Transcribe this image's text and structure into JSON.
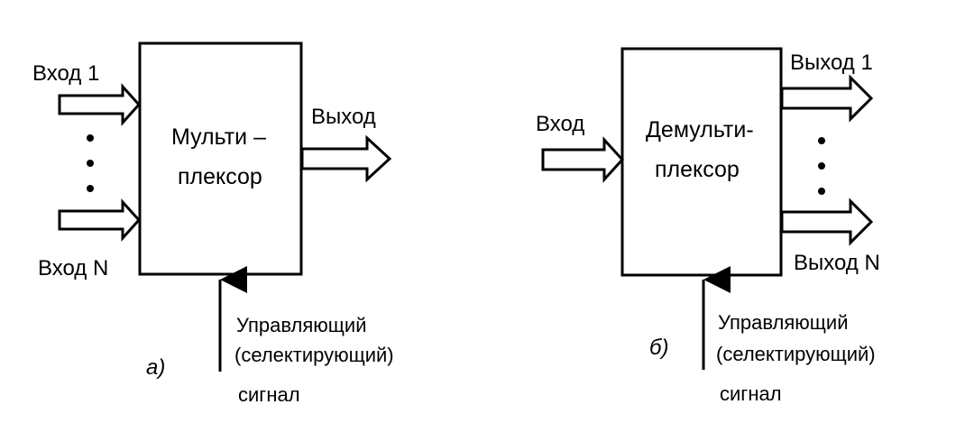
{
  "mux": {
    "block_line1": "Мульти –",
    "block_line2": "плексор",
    "input_first": "Вход 1",
    "input_last": "Вход N",
    "output": "Выход",
    "control_line1": "Управляющий",
    "control_line2": "(селектирующий)",
    "control_line3": "сигнал",
    "caption": "a)"
  },
  "demux": {
    "block_line1": "Демульти-",
    "block_line2": "плексор",
    "input": "Вход",
    "output_first": "Выход 1",
    "output_last": "Выход N",
    "control_line1": "Управляющий",
    "control_line2": "(селектирующий)",
    "control_line3": "сигнал",
    "caption": "б)"
  },
  "colors": {
    "ink": "#000000",
    "paper": "#ffffff"
  },
  "icons": {
    "hollow_arrow": "hollow-right-arrow-icon",
    "control_arrow": "up-arrow-icon",
    "ellipsis": "vertical-dots-icon"
  }
}
